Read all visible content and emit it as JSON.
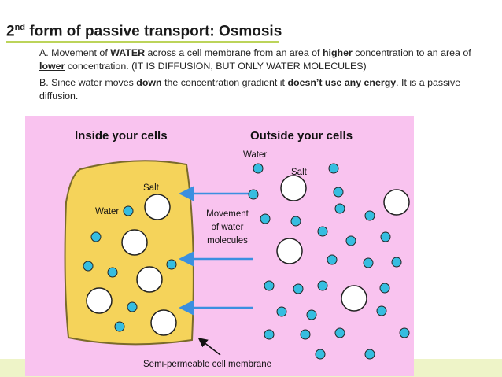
{
  "slide": {
    "title_sup": "nd",
    "title_num": "2",
    "title_rest": " form of passive transport: Osmosis",
    "para_a": {
      "t1": "A.  Movement of ",
      "w1": "WATER",
      "t2": " across a cell membrane from an area of ",
      "w2": "higher ",
      "t3": "concentration to an area of ",
      "w3": "lower",
      "t4": " concentration.  (IT IS DIFFUSION,  BUT ONLY WATER MOLECULES)"
    },
    "para_b": {
      "t1": "B. Since water moves ",
      "w1": "down",
      "t2": " the concentration gradient it ",
      "w2": "doesn’t use any energy",
      "t3": ". It is a passive diffusion."
    }
  },
  "diagram": {
    "heading_inside": "Inside your cells",
    "heading_outside": "Outside your cells",
    "label_water_inside": "Water",
    "label_salt_inside": "Salt",
    "label_water_outside": "Water",
    "label_salt_outside": "Salt",
    "movement_label": [
      "Movement",
      "of water",
      "molecules"
    ],
    "membrane_label": "Semi-permeable cell membrane",
    "colors": {
      "background": "#f9c3ef",
      "cell_fill": "#f5d35a",
      "cell_border": "#7a6a2a",
      "water": "#36bde0",
      "salt": "#ffffff",
      "arrow": "#3b8fe0"
    }
  }
}
